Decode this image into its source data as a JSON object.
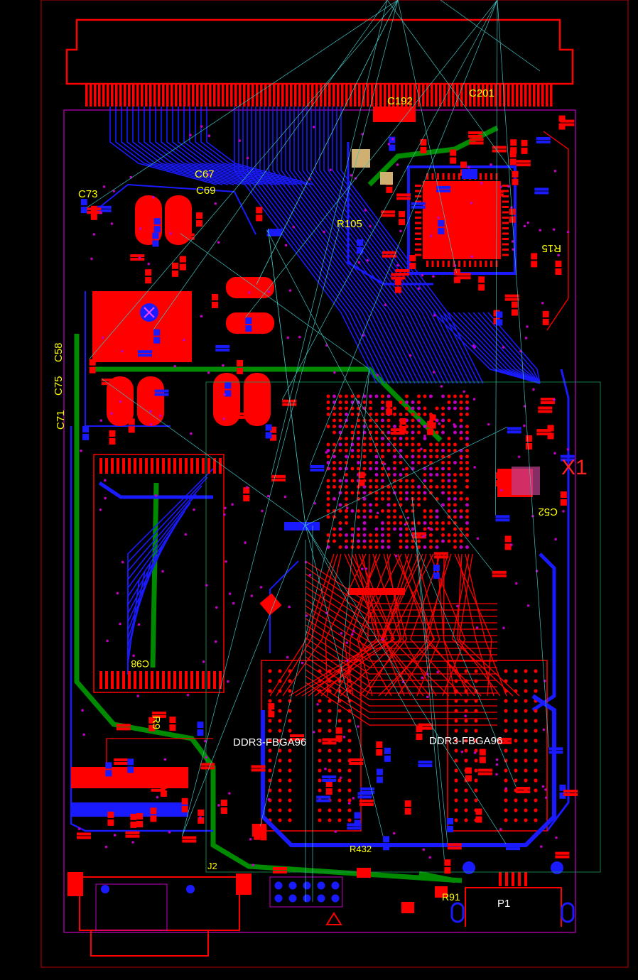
{
  "colors": {
    "background": "#000000",
    "top_copper": "#ff0000",
    "bottom_copper": "#1a1aff",
    "inner_plane": "#008a00",
    "silkscreen": "#ffff00",
    "outline": "#c000c0",
    "ratsnest": "#40c0c0",
    "keepout": "#c00000"
  },
  "labels": {
    "c67": "C67",
    "c69": "C69",
    "c73": "C73",
    "c58": "C58",
    "c75": "C75",
    "c71": "C71",
    "c192": "C192",
    "c201": "C201",
    "r105": "R105",
    "r15": "R15",
    "r9": "R9",
    "c52": "C52",
    "x1": "X1",
    "ddr_left": "DDR3-FBGA96",
    "ddr_right": "DDR3-FBGA96",
    "r432": "R432",
    "j2": "J2",
    "p1": "P1",
    "r91": "R91",
    "c98": "C98"
  }
}
